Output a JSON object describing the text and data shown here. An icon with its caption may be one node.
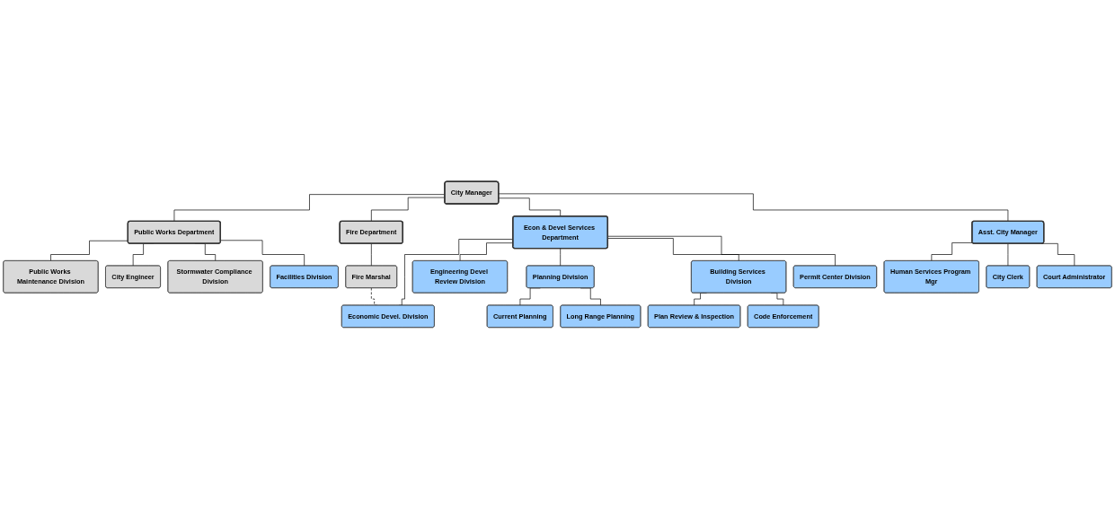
{
  "diagram": {
    "nodes": [
      {
        "text": [
          "City Manager"
        ]
      },
      {
        "text": [
          "Public Works Department"
        ]
      },
      {
        "text": [
          "Fire Department"
        ]
      },
      {
        "text": [
          "Econ & Devel Services Department"
        ]
      },
      {
        "text": [
          "Asst. City Manager"
        ]
      },
      {
        "text": [
          "Public Works Maintenance Division"
        ]
      },
      {
        "text": [
          "City Engineer"
        ]
      },
      {
        "text": [
          "Stormwater Compliance Division"
        ]
      },
      {
        "text": [
          "Facilities Division"
        ]
      },
      {
        "text": [
          "Fire Marshal"
        ]
      },
      {
        "text": [
          "Economic Devel. Division"
        ]
      },
      {
        "text": [
          "Engineering Devel Review Division"
        ]
      },
      {
        "text": [
          "Planning Division"
        ]
      },
      {
        "text": [
          "Building Services Division"
        ]
      },
      {
        "text": [
          "Permit Center Division"
        ]
      },
      {
        "text": [
          "Current Planning"
        ]
      },
      {
        "text": [
          "Long Range Planning"
        ]
      },
      {
        "text": [
          "Plan Review & Inspection"
        ]
      },
      {
        "text": [
          "Code Enforcement"
        ]
      },
      {
        "text": [
          "Human Services Program Mgr"
        ]
      },
      {
        "text": [
          "City Clerk"
        ]
      },
      {
        "text": [
          "Court Administrator"
        ]
      }
    ],
    "edges": [
      {
        "from": 0,
        "to": 1,
        "arrow": "none"
      },
      {
        "from": 0,
        "to": 2,
        "arrow": "none"
      },
      {
        "from": 0,
        "to": 3,
        "arrow": "none"
      },
      {
        "from": 0,
        "to": 4,
        "arrow": "none"
      },
      {
        "from": 1,
        "to": 5,
        "arrow": "none"
      },
      {
        "from": 1,
        "to": 6,
        "arrow": "none"
      },
      {
        "from": 1,
        "to": 7,
        "arrow": "none"
      },
      {
        "from": 1,
        "to": 8,
        "arrow": "none"
      },
      {
        "from": 2,
        "to": 9,
        "arrow": "none"
      },
      {
        "from": 3,
        "to": 10,
        "arrow": "none"
      },
      {
        "from": 3,
        "to": 11,
        "arrow": "none"
      },
      {
        "from": 3,
        "to": 12,
        "arrow": "none"
      },
      {
        "from": 3,
        "to": 13,
        "arrow": "none"
      },
      {
        "from": 3,
        "to": 14,
        "arrow": "none"
      },
      {
        "from": 9,
        "to": 10,
        "arrow": "none",
        "style": "dashed"
      },
      {
        "from": 12,
        "to": 15,
        "arrow": "none"
      },
      {
        "from": 12,
        "to": 16,
        "arrow": "none"
      },
      {
        "from": 13,
        "to": 17,
        "arrow": "none"
      },
      {
        "from": 13,
        "to": 18,
        "arrow": "none"
      },
      {
        "from": 4,
        "to": 19,
        "arrow": "none"
      },
      {
        "from": 4,
        "to": 20,
        "arrow": "none"
      },
      {
        "from": 4,
        "to": 21,
        "arrow": "none"
      }
    ]
  }
}
